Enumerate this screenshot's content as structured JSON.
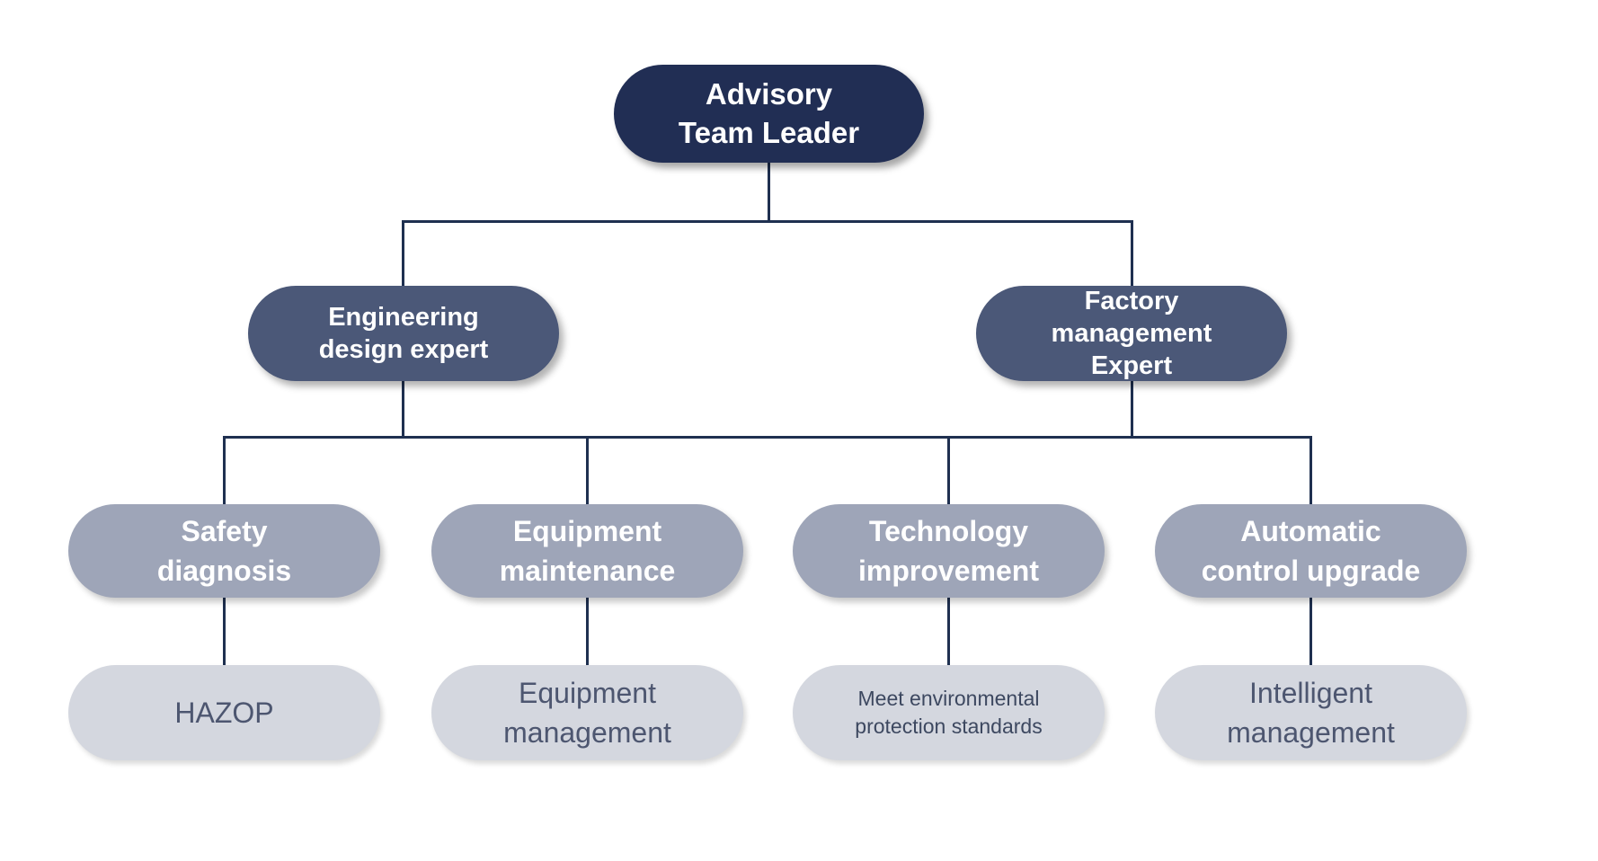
{
  "org_chart": {
    "root": {
      "label": "Advisory\nTeam Leader"
    },
    "experts": [
      {
        "label": "Engineering\ndesign expert"
      },
      {
        "label": "Factory\nmanagement\nExpert"
      }
    ],
    "functions": [
      {
        "label": "Safety\ndiagnosis",
        "detail": "HAZOP"
      },
      {
        "label": "Equipment\nmaintenance",
        "detail": "Equipment\nmanagement"
      },
      {
        "label": "Technology\nimprovement",
        "detail": "Meet environmental\nprotection standards"
      },
      {
        "label": "Automatic\ncontrol upgrade",
        "detail": "Intelligent\nmanagement"
      }
    ],
    "colors": {
      "root_fill": "#212e54",
      "expert_fill": "#4b5878",
      "function_fill": "#9ea5b8",
      "detail_fill": "#d4d7df",
      "detail_text": "#4d5670",
      "line": "#1f3050"
    }
  }
}
